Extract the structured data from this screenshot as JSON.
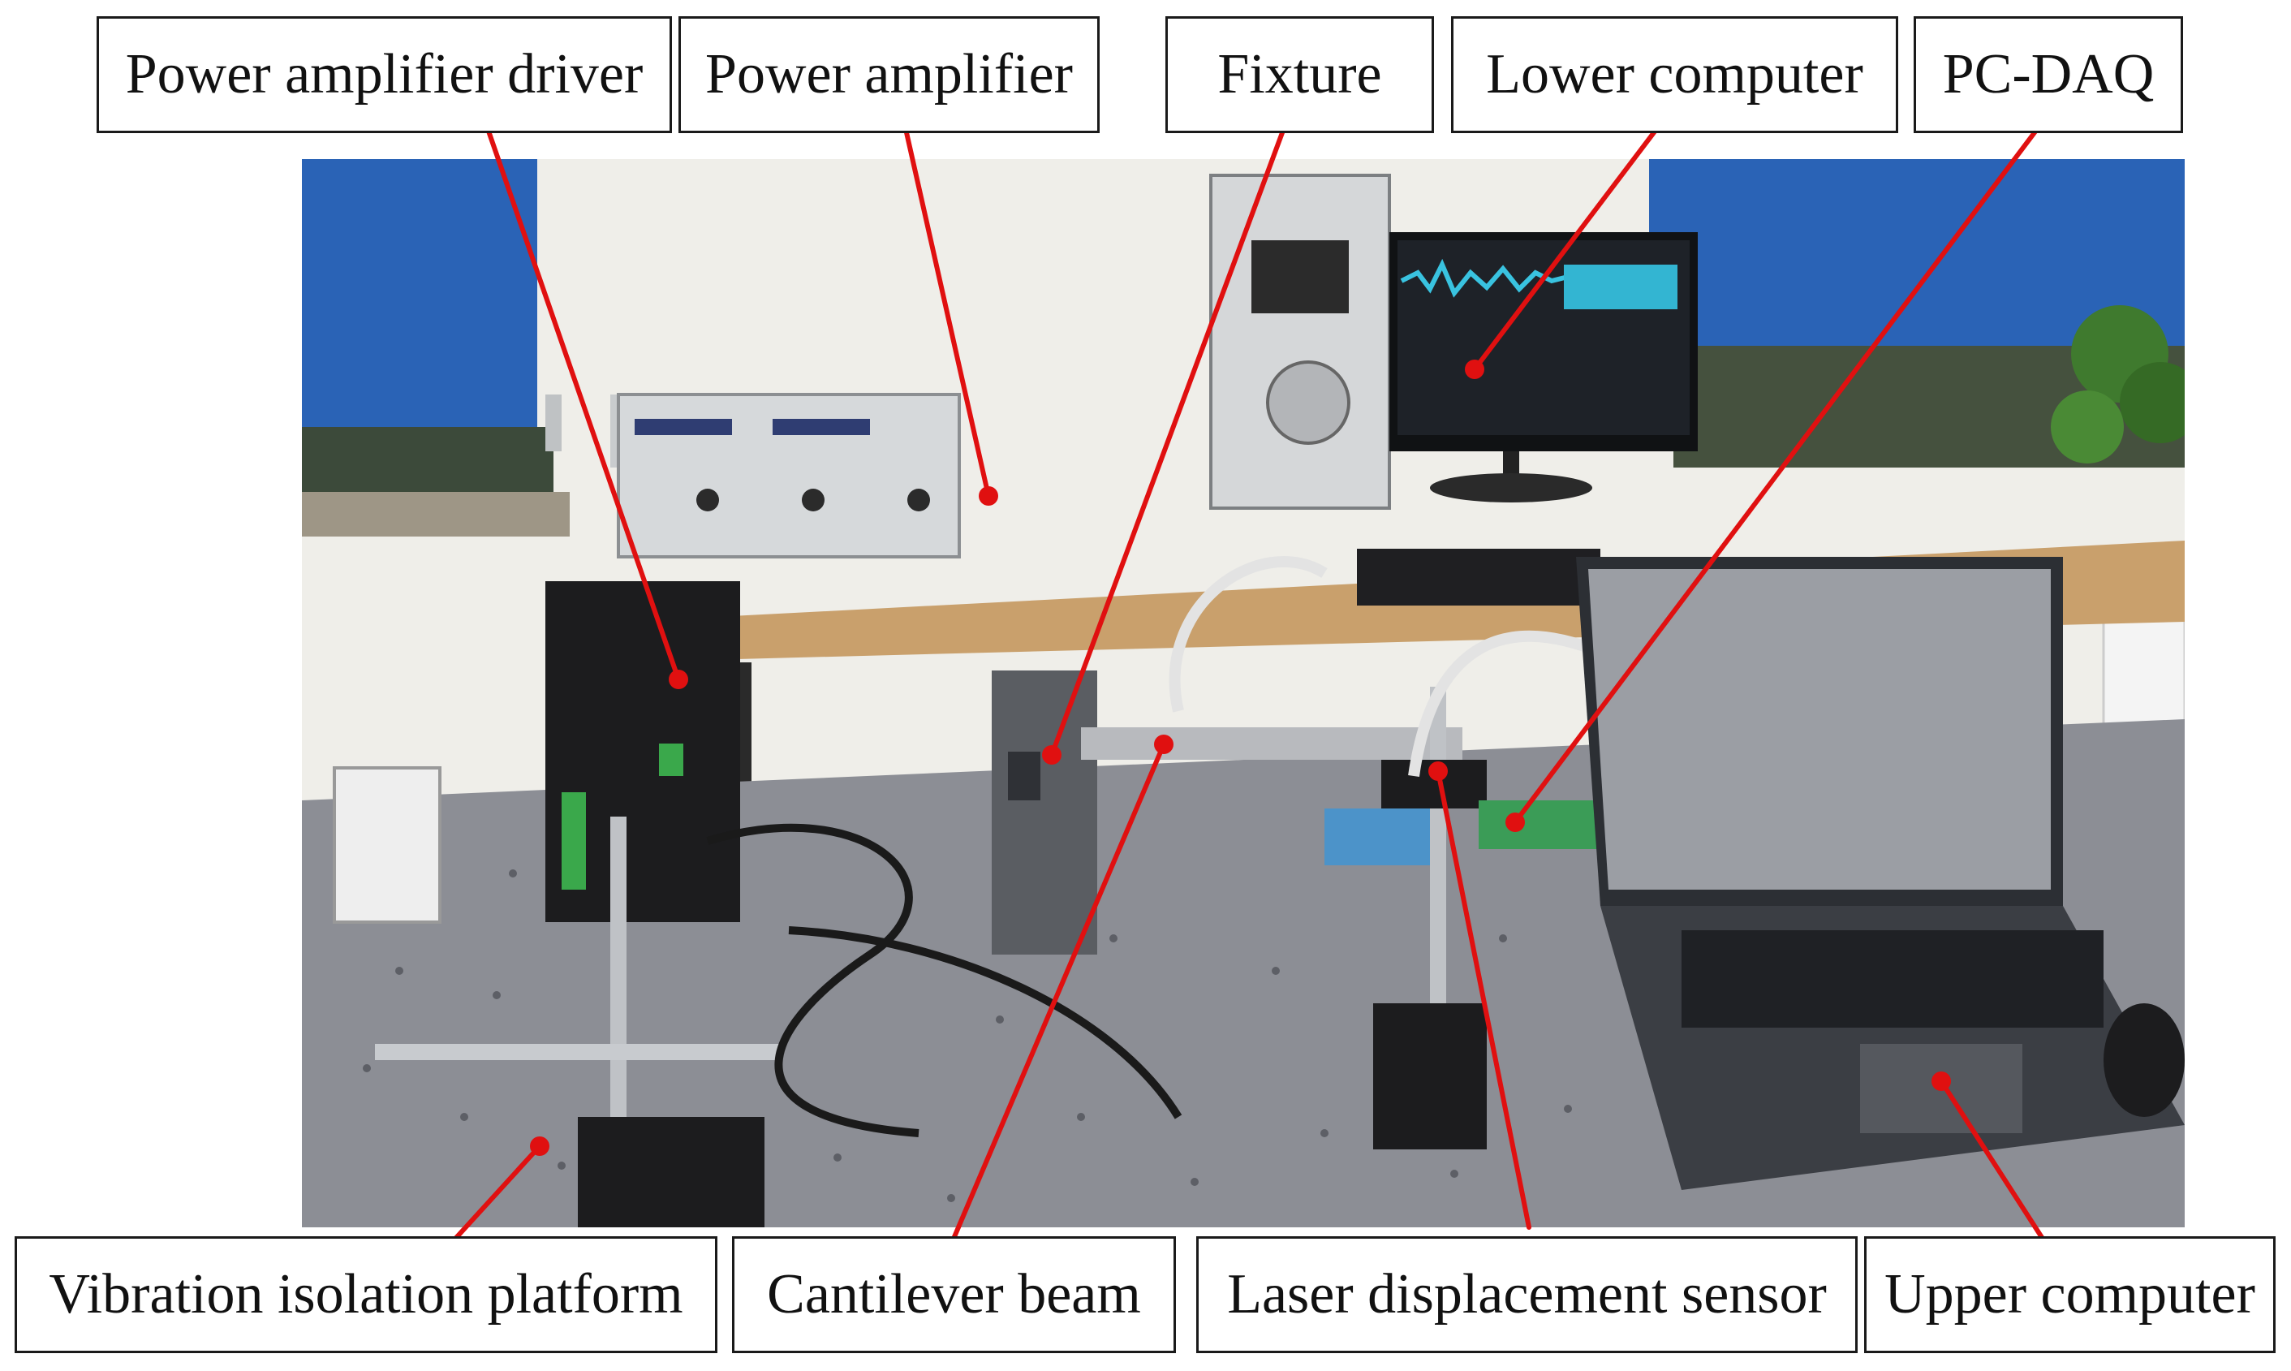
{
  "labels": {
    "power_amplifier_driver": "Power amplifier driver",
    "power_amplifier": "Power amplifier",
    "fixture": "Fixture",
    "lower_computer": "Lower computer",
    "pc_daq": "PC-DAQ",
    "vibration_isolation_platform": "Vibration isolation platform",
    "cantilever_beam": "Cantilever beam",
    "laser_displacement_sensor": "Laser displacement sensor",
    "upper_computer": "Upper computer"
  },
  "colors": {
    "leader_line": "#e01010",
    "box_border": "#1a1a1a",
    "wall": "#f2f1ec",
    "blind": "#2060b8",
    "desk": "#c8a574",
    "platform": "#8a8c94",
    "equipment_dark": "#1c1c1e",
    "amplifier_gray": "#d5d8da",
    "monitor_screen": "#1e2228",
    "signal_trace": "#39c3e0",
    "laptop_body": "#3b3e44"
  }
}
